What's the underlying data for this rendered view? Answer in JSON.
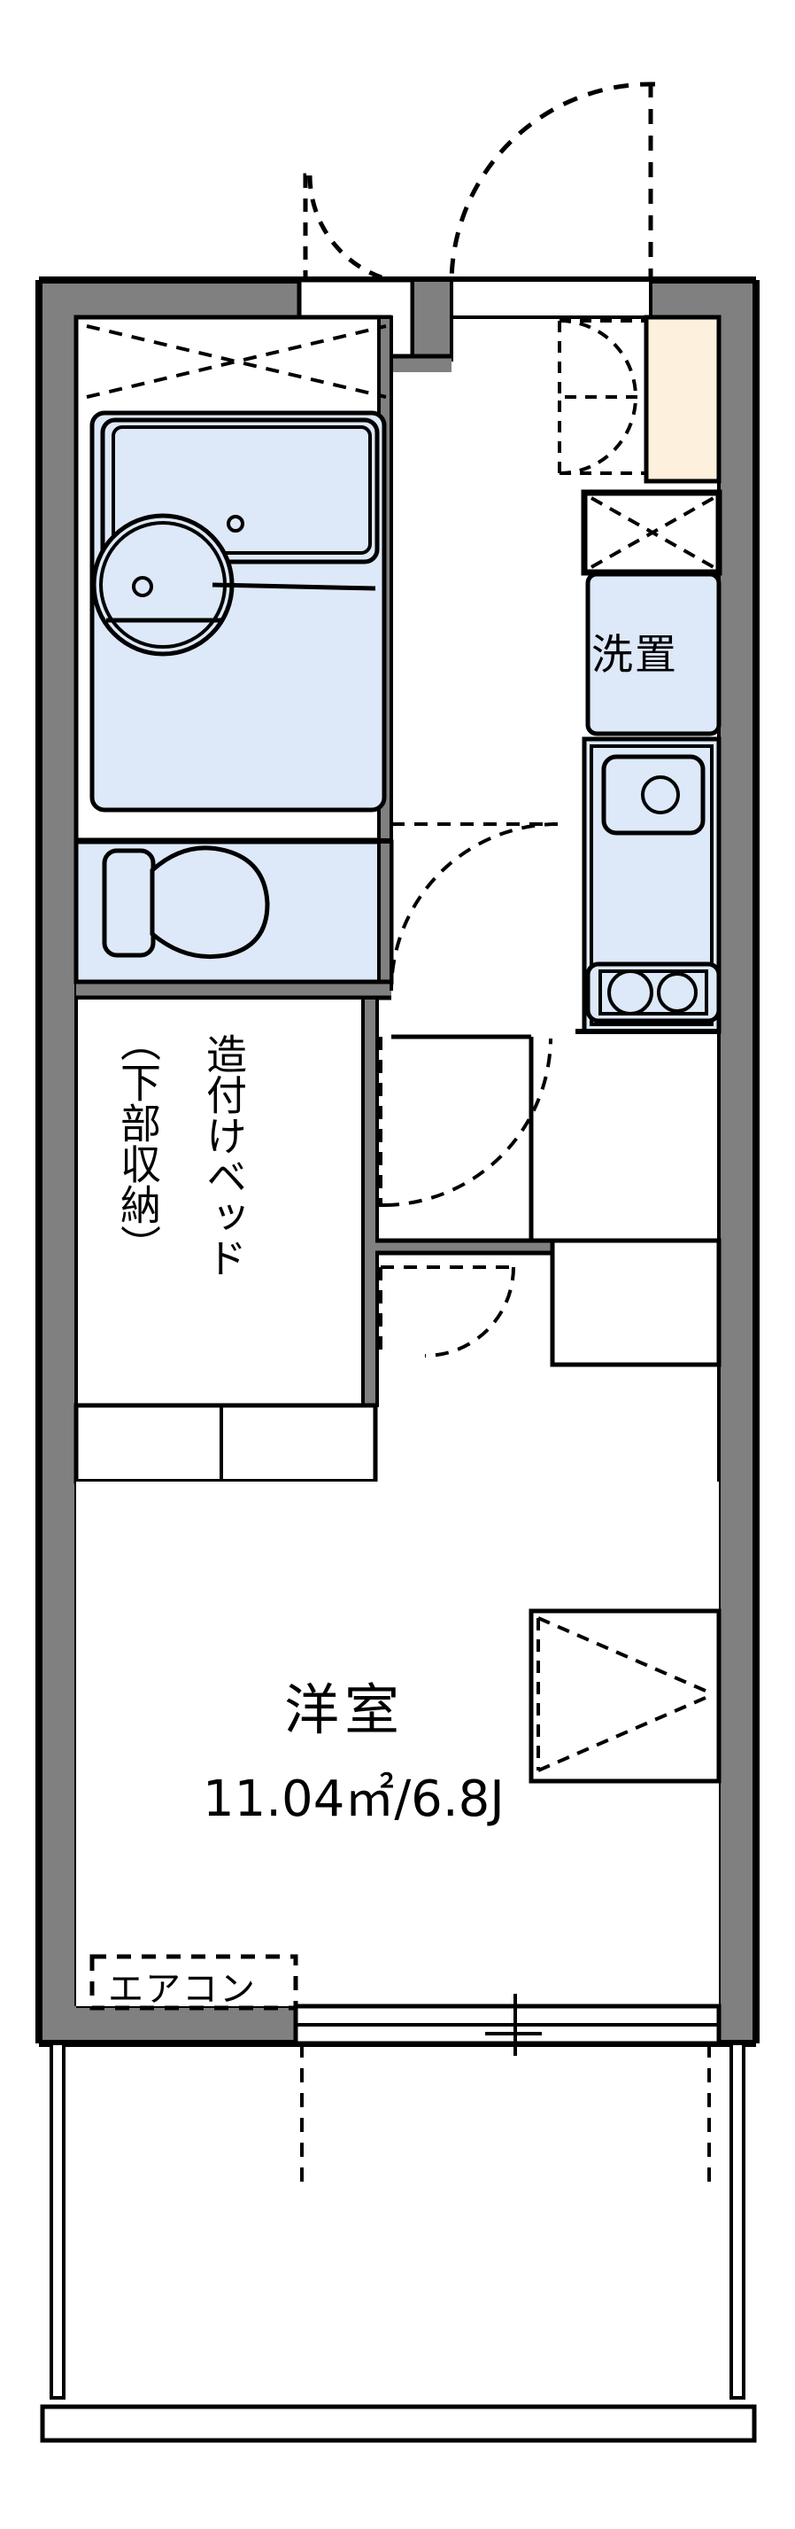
{
  "document": {
    "type": "floor-plan",
    "style": "japanese-apartment-1k"
  },
  "colors": {
    "wall_fill": "#808080",
    "outline": "#000000",
    "fixture_fill": "#dde8f8",
    "closet_fill": "#fdf0dc",
    "room_fill": "#ffffff",
    "background": "#ffffff"
  },
  "labels": {
    "laundry": "洗置",
    "builtin_bed": "造付けベッド",
    "under_storage": "（下部収納）",
    "room_name": "洋室",
    "room_area": "11.04㎡/6.8J",
    "aircon": "エアコン"
  },
  "rooms": [
    {
      "name": "洋室",
      "area_sqm": "11.04㎡",
      "area_jo": "6.8J"
    }
  ],
  "fixtures": [
    {
      "name": "unit-bath",
      "label": ""
    },
    {
      "name": "toilet",
      "label": ""
    },
    {
      "name": "washing-machine-space",
      "label": "洗置"
    },
    {
      "name": "kitchen-sink",
      "label": ""
    },
    {
      "name": "gas-stove-2burner",
      "label": ""
    },
    {
      "name": "builtin-bed",
      "label": "造付けベッド（下部収納）"
    },
    {
      "name": "shoe-cabinet",
      "label": ""
    },
    {
      "name": "overhead-storage",
      "label": ""
    },
    {
      "name": "air-conditioner",
      "label": "エアコン"
    },
    {
      "name": "balcony",
      "label": ""
    }
  ]
}
